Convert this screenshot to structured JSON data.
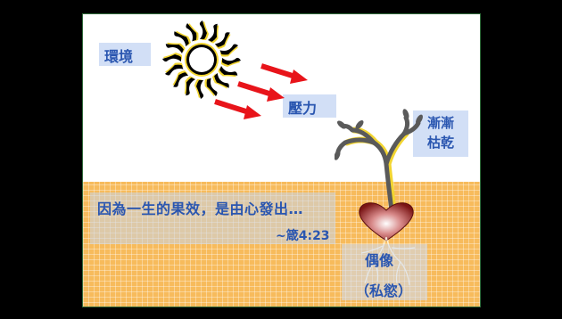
{
  "labels": {
    "environment": "環境",
    "pressure": "壓力",
    "withering_line1": "漸漸",
    "withering_line2": "枯乾"
  },
  "quote": {
    "text": "因為一生的果效，是由心發出…",
    "reference": "~箴4:23"
  },
  "idol": {
    "line1": "偶像",
    "line2": "（私慾）"
  },
  "colors": {
    "background": "#000000",
    "slide": "#ffffff",
    "ground": "#f7bb5c",
    "label_text": "#2a56b0",
    "arrow": "#e8141a",
    "heart": "#8a1c1c"
  },
  "icons": [
    "sun-icon",
    "arrow-icon",
    "tree-icon",
    "heart-icon"
  ]
}
